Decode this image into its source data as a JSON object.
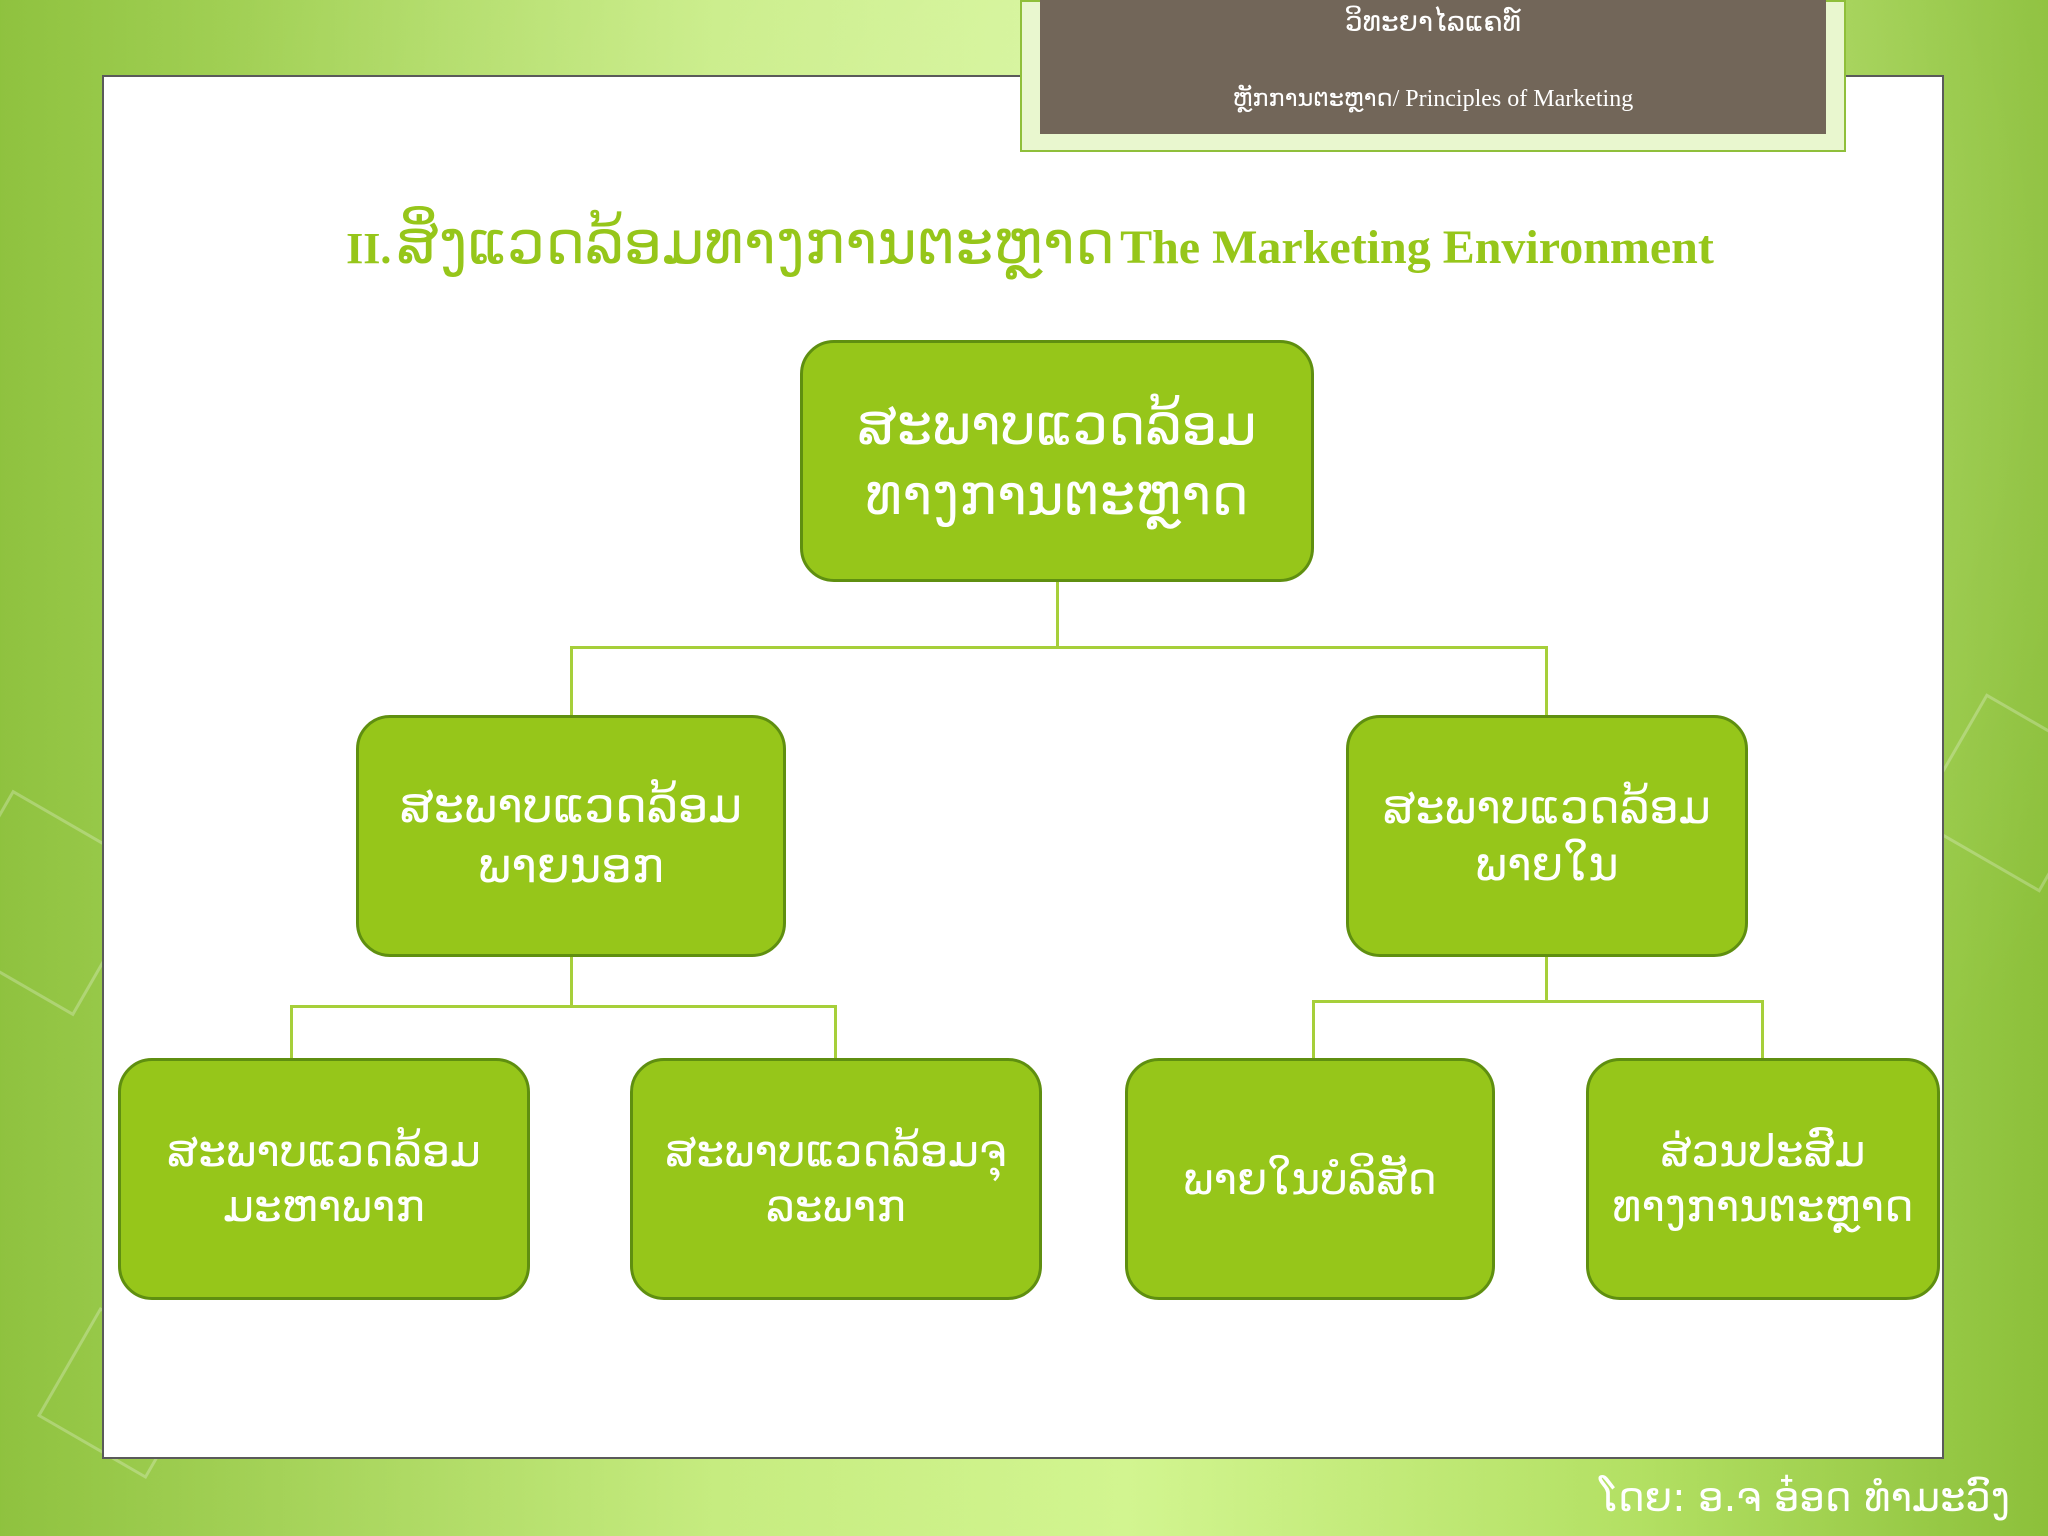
{
  "header": {
    "line1": "ວິທະຍາໄລແຄທ໌",
    "line2_lao": "ຫຼັກການຕະຫຼາດ",
    "line2_en": "/ Principles of Marketing"
  },
  "title": {
    "number": "II.",
    "lao": "ສິ່ງແວດລ້ອມທາງການຕະຫຼາດ",
    "english": "The Marketing Environment"
  },
  "diagram": {
    "root": "ສະພາບແວດລ້ອມທາງການຕະຫຼາດ",
    "external": "ສະພາບແວດລ້ອມພາຍນອກ",
    "internal": "ສະພາບແວດລ້ອມພາຍໃນ",
    "macro": "ສະພາບແວດລ້ອມມະຫາພາກ",
    "micro": "ສະພາບແວດລ້ອມຈຸລະພາກ",
    "inside_company": "ພາຍໃນບໍລິສັດ",
    "marketing_mix": "ສ່ວນປະສົມທາງການຕະຫຼາດ"
  },
  "footer": {
    "author": "ໂດຍ: ອ.ຈ ອ໋ອດ ທຳມະວົງ"
  },
  "colors": {
    "accent_green": "#96c61a",
    "node_border": "#5f8f10",
    "header_brown": "#726659",
    "connector": "#a6cf3a"
  }
}
